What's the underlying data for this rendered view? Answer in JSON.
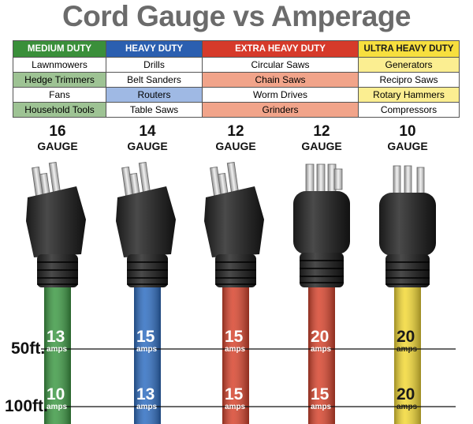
{
  "title": "Cord Gauge vs Amperage",
  "table": {
    "columns": [
      {
        "header": "MEDIUM DUTY",
        "header_bg": "#3a8f3a",
        "header_color": "#ffffff",
        "shade": "#9ec394",
        "items": [
          "Lawnmowers",
          "Hedge Trimmers",
          "Fans",
          "Household Tools"
        ]
      },
      {
        "header": "HEAVY DUTY",
        "header_bg": "#2b5fb0",
        "header_color": "#ffffff",
        "shade": "#9fb9e4",
        "items": [
          "Drills",
          "Belt Sanders",
          "Routers",
          "Table Saws"
        ]
      },
      {
        "header": "EXTRA HEAVY DUTY",
        "header_bg": "#d63a2a",
        "header_color": "#ffffff",
        "shade": "#f1a48a",
        "items": [
          "Circular Saws",
          "Chain Saws",
          "Worm Drives",
          "Grinders"
        ]
      },
      {
        "header": "ULTRA HEAVY DUTY",
        "header_bg": "#f7df3e",
        "header_color": "#1a1a1a",
        "shade": "#fbee91",
        "items": [
          "Generators",
          "Recipro Saws",
          "Rotary Hammers",
          "Compressors"
        ]
      }
    ]
  },
  "plugs": [
    {
      "gauge_num": "16",
      "gauge_word": "GAUGE",
      "cord_color": "#3e9a45",
      "type": "blade",
      "amps_50": "13",
      "amps_100": "10"
    },
    {
      "gauge_num": "14",
      "gauge_word": "GAUGE",
      "cord_color": "#2f6ec2",
      "type": "blade",
      "amps_50": "15",
      "amps_100": "13"
    },
    {
      "gauge_num": "12",
      "gauge_word": "GAUGE",
      "cord_color": "#d8452e",
      "type": "blade",
      "amps_50": "15",
      "amps_100": "15"
    },
    {
      "gauge_num": "12",
      "gauge_word": "GAUGE",
      "cord_color": "#d8452e",
      "type": "twist",
      "amps_50": "20",
      "amps_100": "15"
    },
    {
      "gauge_num": "10",
      "gauge_word": "GAUGE",
      "cord_color": "#f3d936",
      "type": "blade-round",
      "amps_50": "20",
      "amps_100": "20"
    }
  ],
  "lengths": {
    "short": "50ft.",
    "long": "100ft."
  },
  "amps_word": "amps"
}
